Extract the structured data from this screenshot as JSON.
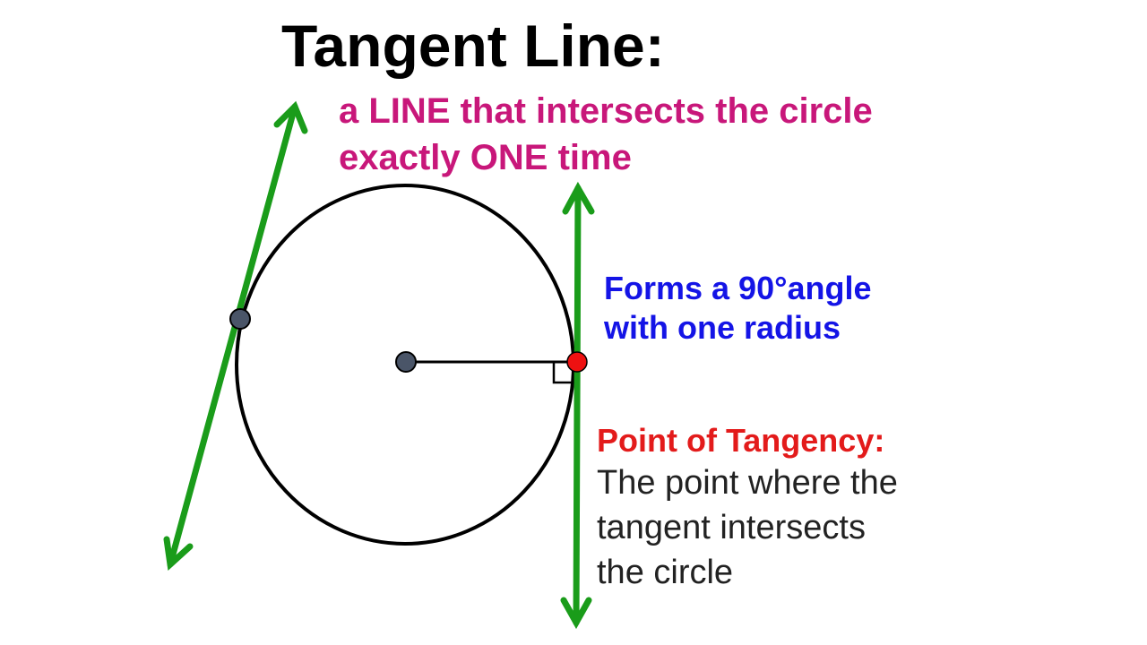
{
  "title": "Tangent Line:",
  "definition": {
    "lines": [
      "a LINE that intersects the circle",
      "exactly ONE time"
    ]
  },
  "angle_note": {
    "lines": [
      "Forms a 90°angle",
      "with one radius"
    ]
  },
  "tangency": {
    "heading": "Point of Tangency:",
    "description_lines": [
      "The point where the",
      "tangent intersects",
      "the circle"
    ]
  },
  "colors": {
    "title": "#000000",
    "definition": "#c8177a",
    "angle_note": "#1414e6",
    "tangency_heading": "#e31b1b",
    "tangency_description": "#222222",
    "tangent_line": "#1a9c1a",
    "circle": "#000000",
    "center_point": "#4a5568",
    "point_of_tangency": "#ee1111"
  }
}
